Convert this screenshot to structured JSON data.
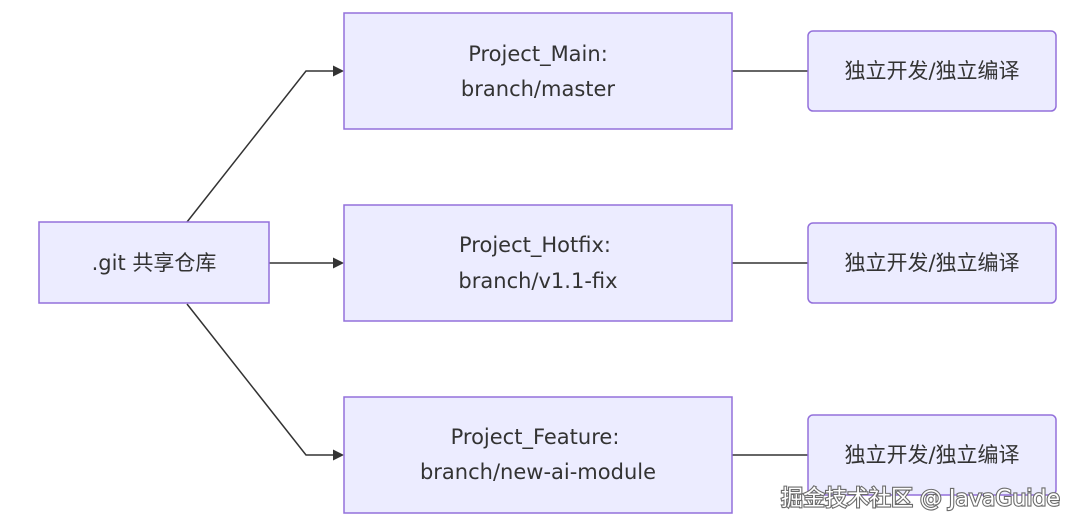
{
  "source": {
    "label": ".git 共享仓库"
  },
  "projects": [
    {
      "name": "Project_Main:",
      "branch": "branch/master",
      "result": "独立开发/独立编译"
    },
    {
      "name": "Project_Hotfix:",
      "branch": "branch/v1.1-fix",
      "result": "独立开发/独立编译"
    },
    {
      "name": "Project_Feature:",
      "branch": "branch/new-ai-module",
      "result": "独立开发/独立编译"
    }
  ],
  "watermark": "掘金技术社区 @ JavaGuide",
  "colors": {
    "node_fill": "#ECECFF",
    "node_border": "#9370DB",
    "edge": "#333333",
    "text": "#333333"
  }
}
